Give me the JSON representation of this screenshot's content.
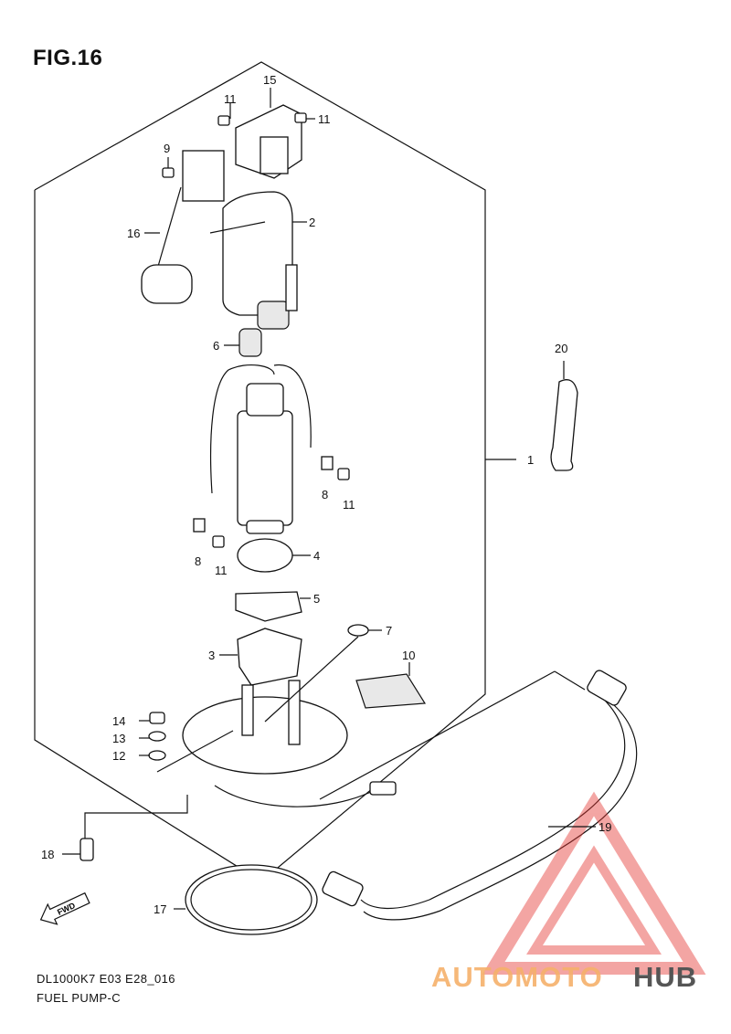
{
  "figure": {
    "title": "FIG.16"
  },
  "callouts": [
    {
      "id": "1",
      "text": "1"
    },
    {
      "id": "2",
      "text": "2"
    },
    {
      "id": "3",
      "text": "3"
    },
    {
      "id": "4",
      "text": "4"
    },
    {
      "id": "5",
      "text": "5"
    },
    {
      "id": "6",
      "text": "6"
    },
    {
      "id": "7",
      "text": "7"
    },
    {
      "id": "8a",
      "text": "8"
    },
    {
      "id": "8b",
      "text": "8"
    },
    {
      "id": "9",
      "text": "9"
    },
    {
      "id": "10",
      "text": "10"
    },
    {
      "id": "11a",
      "text": "11"
    },
    {
      "id": "11b",
      "text": "11"
    },
    {
      "id": "11c",
      "text": "11"
    },
    {
      "id": "11d",
      "text": "11"
    },
    {
      "id": "12",
      "text": "12"
    },
    {
      "id": "13",
      "text": "13"
    },
    {
      "id": "14",
      "text": "14"
    },
    {
      "id": "15",
      "text": "15"
    },
    {
      "id": "16",
      "text": "16"
    },
    {
      "id": "17",
      "text": "17"
    },
    {
      "id": "18",
      "text": "18"
    },
    {
      "id": "19",
      "text": "19"
    },
    {
      "id": "20",
      "text": "20"
    }
  ],
  "direction_badge": {
    "text": "FWD"
  },
  "footer": {
    "code": "DL1000K7 E03 E28_016",
    "name": "FUEL PUMP-C"
  },
  "watermark": {
    "part1": "AUTOMOTO",
    "part2": "HUB",
    "color1": "#f5b06a",
    "color2": "#555555",
    "logo_color": "#e53935"
  }
}
